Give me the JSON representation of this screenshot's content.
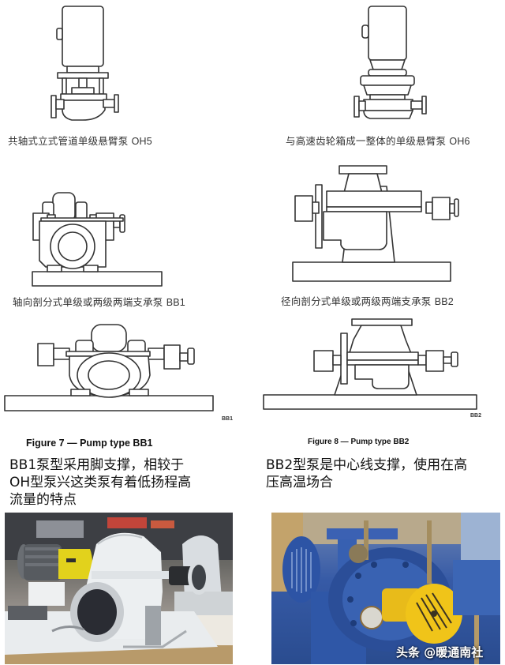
{
  "diagrams": {
    "oh5": {
      "caption_cn": "共轴式立式管道单级悬臂泵",
      "code": "OH5"
    },
    "oh6": {
      "caption_cn": "与高速齿轮箱成一整体的单级悬臂泵",
      "code": "OH6"
    },
    "bb1_small": {
      "caption_cn": "轴向剖分式单级或两级两端支承泵",
      "code": "BB1"
    },
    "bb2_small": {
      "caption_cn": "径向剖分式单级或两级两端支承泵",
      "code": "BB2"
    },
    "bb1_large": {
      "tag": "BB1",
      "figure_caption": "Figure 7 — Pump type BB1"
    },
    "bb2_large": {
      "tag": "BB2",
      "figure_caption": "Figure 8 — Pump type BB2"
    }
  },
  "descriptions": {
    "bb1": "BB1泵型采用脚支撑，相较于OH型泵兴这类泵有着低扬程高流量的特点",
    "bb1_lines": [
      "BB1泵型采用脚支撑，相较于",
      "OH型泵兴这类泵有着低扬程高",
      "流量的特点"
    ],
    "bb2": "BB2型泵是中心线支撑，使用在高压高温场合",
    "bb2_lines": [
      "BB2型泵是中心线支撑，使用在高",
      "压高温场合"
    ]
  },
  "photos": {
    "bb1_photo": {
      "subject": "white axially split pump with grey motor and yellow coupling guard"
    },
    "bb2_photo": {
      "subject": "blue centerline-mounted pump with yellow motor fan cover"
    }
  },
  "watermark": "头条 @暖通南社",
  "colors": {
    "line": "#333333",
    "bb1_pump_white": "#e8ebee",
    "bb1_coupling_yellow": "#e2d21c",
    "bb2_pump_blue": "#2f55a8",
    "bb2_motor_yellow": "#f0c419"
  }
}
